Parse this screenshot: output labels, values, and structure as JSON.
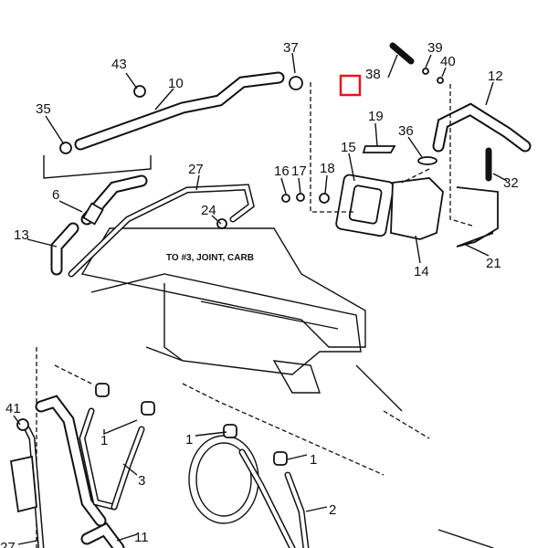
{
  "diagram": {
    "note": "TO #3, JOINT, CARB",
    "callouts": [
      "37",
      "43",
      "10",
      "38",
      "39",
      "40",
      "12",
      "35",
      "19",
      "36",
      "15",
      "16",
      "17",
      "18",
      "32",
      "27",
      "6",
      "24",
      "13",
      "14",
      "21",
      "41",
      "1",
      "1",
      "1",
      "1",
      "3",
      "2",
      "11",
      "27"
    ],
    "highlight_color": "#e8141b"
  }
}
